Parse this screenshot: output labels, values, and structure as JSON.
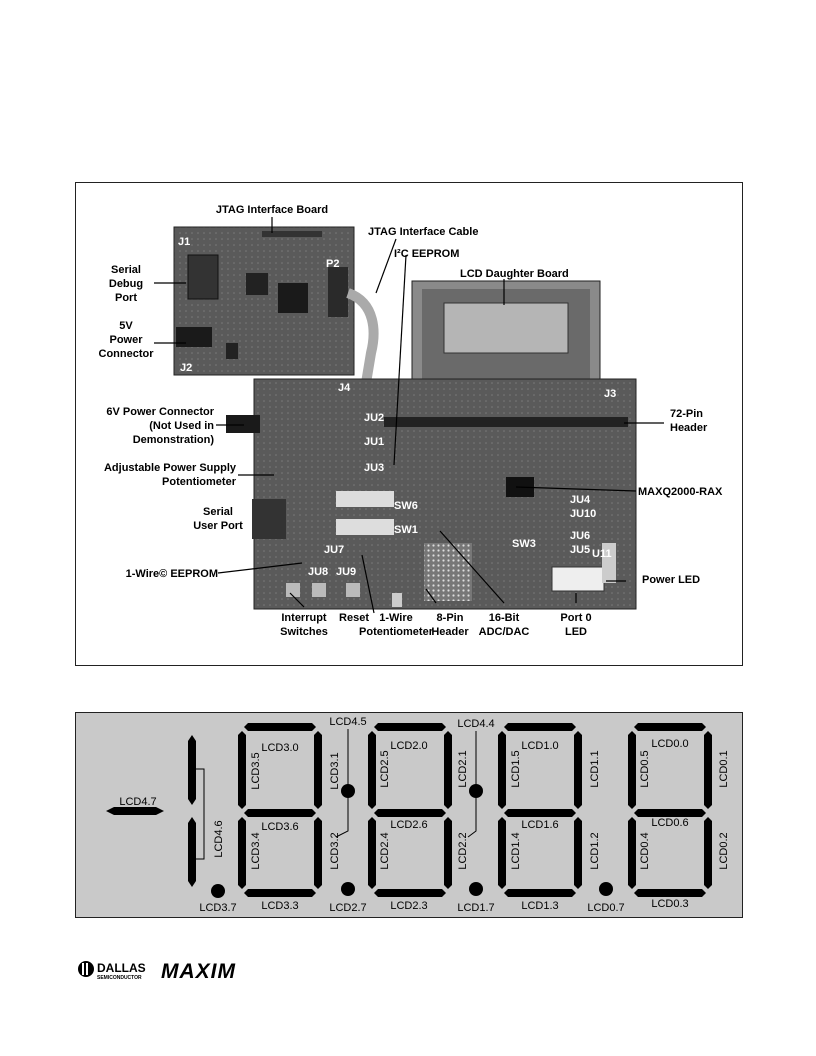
{
  "figure1": {
    "labels": {
      "jtag_board": "JTAG Interface Board",
      "j1": "J1",
      "serial_debug_1": "Serial",
      "serial_debug_2": "Debug",
      "serial_debug_3": "Port",
      "p2": "P2",
      "power5v_1": "5V",
      "power5v_2": "Power",
      "power5v_3": "Connector",
      "j2": "J2",
      "jtag_cable": "JTAG Interface Cable",
      "i2c_eeprom": "I²C EEPROM",
      "lcd_daughter": "LCD Daughter Board",
      "j4": "J4",
      "j3": "J3",
      "power6v_1": "6V Power Connector",
      "power6v_2": "(Not Used in",
      "power6v_3": "Demonstration)",
      "ju2": "JU2",
      "ju1": "JU1",
      "ju3": "JU3",
      "header72_1": "72-Pin",
      "header72_2": "Header",
      "adj_1": "Adjustable Power Supply",
      "adj_2": "Potentiometer",
      "maxq": "MAXQ2000-RAX",
      "serial_user_1": "Serial",
      "serial_user_2": "User Port",
      "sw6": "SW6",
      "sw1": "SW1",
      "ju4": "JU4",
      "ju10": "JU10",
      "sw3": "SW3",
      "ju6": "JU6",
      "ju5": "JU5",
      "u11": "U11",
      "onewire_eeprom": "1-Wire© EEPROM",
      "ju7": "JU7",
      "ju8": "JU8",
      "ju9": "JU9",
      "power_led": "Power LED",
      "interrupt_1": "Interrupt",
      "interrupt_2": "Switches",
      "reset": "Reset",
      "onewire_pot_1": "1-Wire",
      "onewire_pot_2": "Potentiometer",
      "pin8_1": "8-Pin",
      "pin8_2": "Header",
      "adc_1": "16-Bit",
      "adc_2": "ADC/DAC",
      "port0_1": "Port 0",
      "port0_2": "LED"
    }
  },
  "figure2": {
    "segments": {
      "lcd4_5": "LCD4.5",
      "lcd4_4": "LCD4.4",
      "lcd4_7": "LCD4.7",
      "lcd4_6": "LCD4.6",
      "lcd3_7": "LCD3.7",
      "lcd3_0": "LCD3.0",
      "lcd3_5": "LCD3.5",
      "lcd3_1": "LCD3.1",
      "lcd3_6": "LCD3.6",
      "lcd3_4": "LCD3.4",
      "lcd3_2": "LCD3.2",
      "lcd3_3": "LCD3.3",
      "lcd2_7": "LCD2.7",
      "lcd2_0": "LCD2.0",
      "lcd2_5": "LCD2.5",
      "lcd2_1": "LCD2.1",
      "lcd2_6": "LCD2.6",
      "lcd2_4": "LCD2.4",
      "lcd2_2": "LCD2.2",
      "lcd2_3": "LCD2.3",
      "lcd1_7": "LCD1.7",
      "lcd1_0": "LCD1.0",
      "lcd1_5": "LCD1.5",
      "lcd1_1": "LCD1.1",
      "lcd1_6": "LCD1.6",
      "lcd1_4": "LCD1.4",
      "lcd1_2": "LCD1.2",
      "lcd1_3": "LCD1.3",
      "lcd0_7": "LCD0.7",
      "lcd0_0": "LCD0.0",
      "lcd0_5": "LCD0.5",
      "lcd0_1": "LCD0.1",
      "lcd0_6": "LCD0.6",
      "lcd0_4": "LCD0.4",
      "lcd0_2": "LCD0.2",
      "lcd0_3": "LCD0.3"
    }
  },
  "footer": {
    "dallas": "DALLAS",
    "semiconductor": "SEMICONDUCTOR",
    "maxim": "MAXIM"
  }
}
